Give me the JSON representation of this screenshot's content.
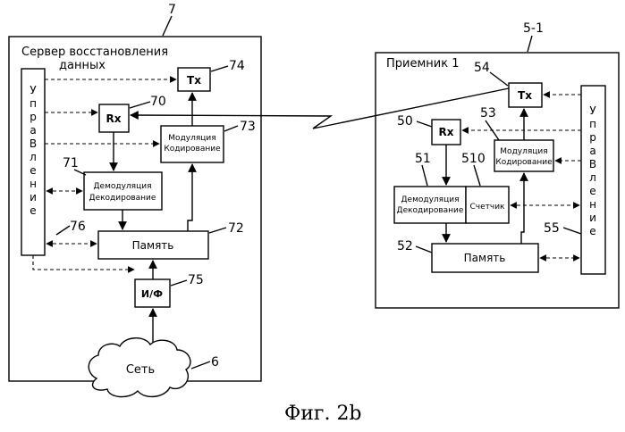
{
  "server": {
    "ref": "7",
    "title_line1": "Сервер восстановления",
    "title_line2": "данных",
    "control_label": "УпраВление",
    "control_ref": "76",
    "tx": {
      "label": "Tx",
      "ref": "74"
    },
    "rx": {
      "label": "Rx",
      "ref": "70"
    },
    "mod": {
      "line1": "Модуляция",
      "line2": "Кодирование",
      "ref": "73"
    },
    "demod": {
      "line1": "Демодуляция",
      "line2": "Декодирование",
      "ref": "71"
    },
    "memory": {
      "label": "Память",
      "ref": "72"
    },
    "if": {
      "label": "И/Ф",
      "ref": "75"
    }
  },
  "network": {
    "label": "Сеть",
    "ref": "6"
  },
  "receiver": {
    "ref": "5-1",
    "title": "Приемник 1",
    "control_label": "УпраВление",
    "control_ref": "55",
    "tx": {
      "label": "Tx",
      "ref": "54"
    },
    "rx": {
      "label": "Rx",
      "ref": "50"
    },
    "mod": {
      "line1": "Модуляция",
      "line2": "Кодирование",
      "ref": "53"
    },
    "demod": {
      "line1": "Демодуляция",
      "line2": "Декодирование",
      "ref": "51"
    },
    "counter": {
      "label": "Счетчик",
      "ref": "510"
    },
    "memory": {
      "label": "Память",
      "ref": "52"
    }
  },
  "caption": "Фиг. 2b"
}
